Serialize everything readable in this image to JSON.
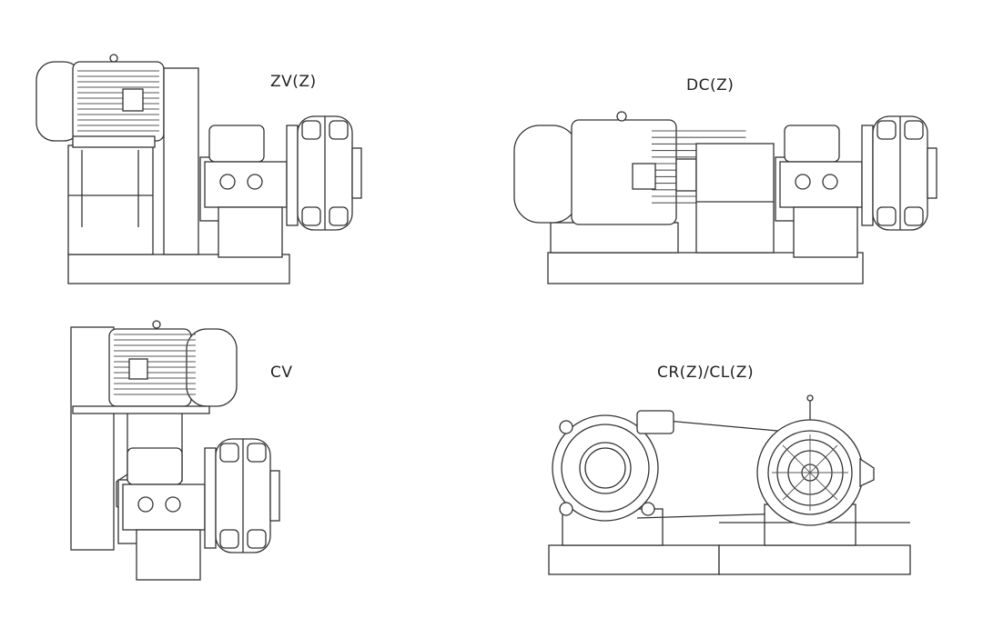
{
  "title": "Slurry pump drive arrangements",
  "arrangements": [
    {
      "label": "ZV(Z)"
    },
    {
      "label": "DC(Z)"
    },
    {
      "label": "CV"
    },
    {
      "label": "CR(Z)/CL(Z)"
    }
  ],
  "colors": {
    "line": "#333333",
    "background": "#ffffff"
  }
}
